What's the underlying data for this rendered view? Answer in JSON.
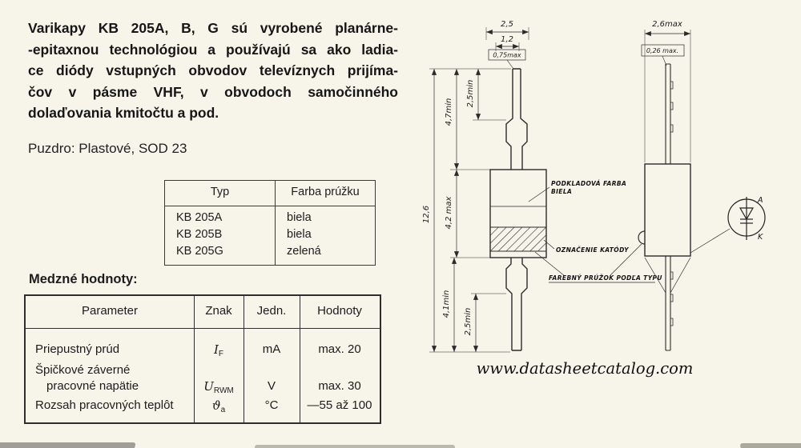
{
  "intro": {
    "lines": [
      "Varikapy KB 205A, B, G sú vyrobené planárne-",
      "-epitaxnou technológiou a používajú sa ako ladia-",
      "ce diódy vstupných obvodov televíznych prijíma-",
      "čov v pásme VHF, v obvodoch samočinného",
      "dolaďovania kmitočtu a pod."
    ]
  },
  "package_line": "Puzdro: Plastové, SOD 23",
  "type_table": {
    "col1": "Typ",
    "col2": "Farba prúžku",
    "rows": [
      {
        "typ": "KB 205A",
        "farba": "biela"
      },
      {
        "typ": "KB 205B",
        "farba": "biela"
      },
      {
        "typ": "KB 205G",
        "farba": "zelená"
      }
    ]
  },
  "limits": {
    "title": "Medzné hodnoty:",
    "headers": {
      "parameter": "Parameter",
      "znak": "Znak",
      "jedn": "Jedn.",
      "hodnoty": "Hodnoty"
    },
    "param_lines": [
      "Priepustný prúd",
      "Špičkové záverné",
      "pracovné napätie",
      "Rozsah pracovných teplôt"
    ],
    "znak": [
      {
        "m": "I",
        "s": "F"
      },
      {
        "m": "U",
        "s": "RWM"
      },
      {
        "m": "ϑ",
        "s": "a"
      }
    ],
    "jedn": [
      "mA",
      "V",
      "°C"
    ],
    "hodnoty": [
      "max. 20",
      "max. 30",
      "—55 až 100"
    ]
  },
  "drawing": {
    "front": {
      "w_outer": "2,5",
      "w_mid": "1,2",
      "w_inner": "0,75max",
      "len_total": "12,6",
      "lead_top": "4,7min",
      "lead_top_thin": "2,5min",
      "body_len": "4,2 max",
      "lead_bot": "4,1min",
      "lead_bot_thin": "2,5min",
      "label_base_color_1": "PODKLADOVÁ FARBA",
      "label_base_color_2": "BIELA",
      "label_cathode": "OZNAČENIE KATÓDY",
      "label_band": "FAREBNÝ PRÚŽOK PODĽA TYPU"
    },
    "side": {
      "w_outer": "2,6max",
      "lead_thickness": "0,26 max."
    },
    "symbol": {
      "anode": "A",
      "cathode": "K"
    }
  },
  "watermark": "www.datasheetcatalog.com"
}
